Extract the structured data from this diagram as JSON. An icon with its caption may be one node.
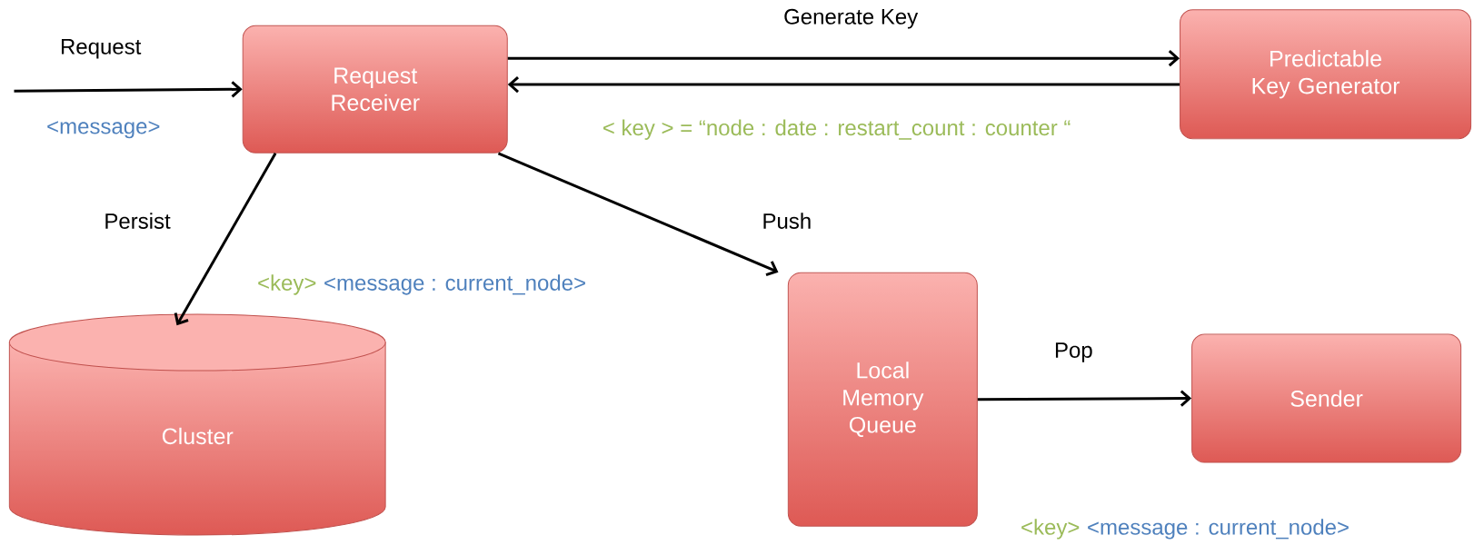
{
  "diagram": {
    "nodes": [
      {
        "text": [
          "Request Receiver"
        ]
      },
      {
        "text": [
          "Predictable Key Generator"
        ]
      },
      {
        "text": [
          "Cluster"
        ]
      },
      {
        "text": [
          "Local Memory Queue"
        ]
      },
      {
        "text": [
          "Sender"
        ]
      }
    ],
    "edges": [
      {
        "from": null,
        "to": 0,
        "arrow": "to",
        "label": "Request"
      },
      {
        "from": 0,
        "to": 1,
        "arrow": "to",
        "label": "Generate Key"
      },
      {
        "from": 1,
        "to": 0,
        "arrow": "to",
        "label": "< key > =  “node : date : restart_count : counter “"
      },
      {
        "from": 0,
        "to": 2,
        "arrow": "to",
        "label": "Persist"
      },
      {
        "from": 0,
        "to": 3,
        "arrow": "to",
        "label": "Push"
      },
      {
        "from": 3,
        "to": 4,
        "arrow": "to",
        "label": "Pop"
      }
    ],
    "labels": [
      "<message>",
      "<key>",
      "<message : current_node>",
      "<key>",
      "<message : current_node>"
    ]
  }
}
